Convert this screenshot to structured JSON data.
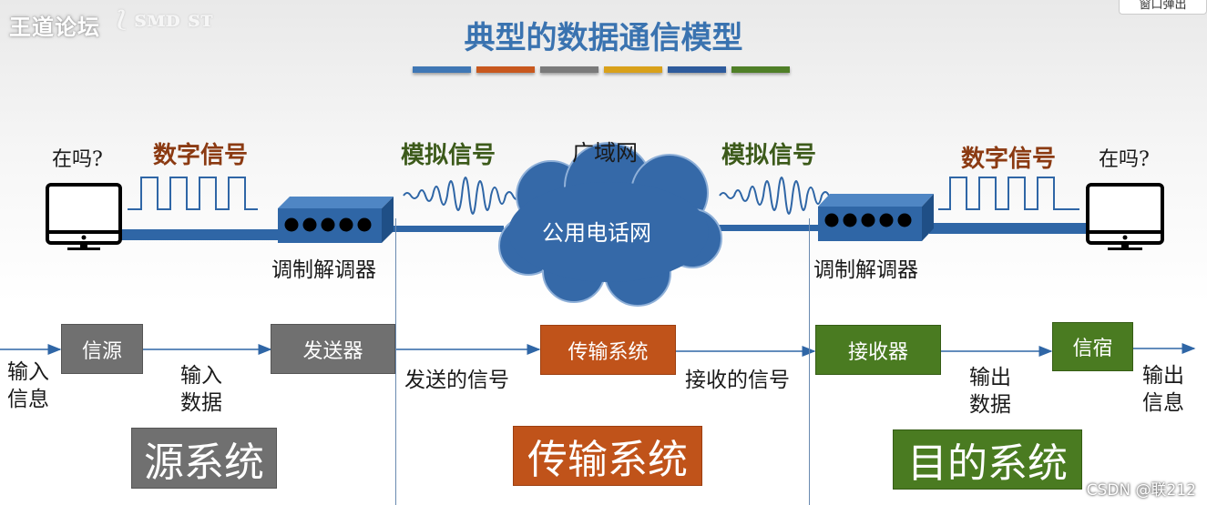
{
  "watermark": {
    "site": "王道论坛",
    "corner_button": "窗口弹出",
    "credit": "CSDN @联212"
  },
  "title": "典型的数据通信模型",
  "colors": {
    "title": "#3a73b0",
    "bars": [
      "#3f77b5",
      "#c8581e",
      "#7a7a7a",
      "#d9a11a",
      "#2e5b9c",
      "#4f7f27"
    ],
    "source": "#707070",
    "transmission": "#c0531a",
    "destination": "#4a7b21",
    "digital_signal": "#8b3a12",
    "analog_signal": "#3c5a1a"
  },
  "top": {
    "left_query": "在吗?",
    "right_query": "在吗?",
    "left_digital": "数字信号",
    "left_analog": "模拟信号",
    "wan": "广域网",
    "cloud": "公用电话网",
    "right_analog": "模拟信号",
    "right_digital": "数字信号",
    "left_modem": "调制解调器",
    "right_modem": "调制解调器"
  },
  "flow": {
    "source_box": "信源",
    "transmitter_box": "发送器",
    "transmission_box": "传输系统",
    "receiver_box": "接收器",
    "sink_box": "信宿",
    "input_info": "输入\n信息",
    "input_data": "输入\n数据",
    "sent_signal": "发送的信号",
    "received_signal": "接收的信号",
    "output_data": "输出\n数据",
    "output_info": "输出\n信息"
  },
  "systems": {
    "source": "源系统",
    "transmission": "传输系统",
    "destination": "目的系统"
  }
}
